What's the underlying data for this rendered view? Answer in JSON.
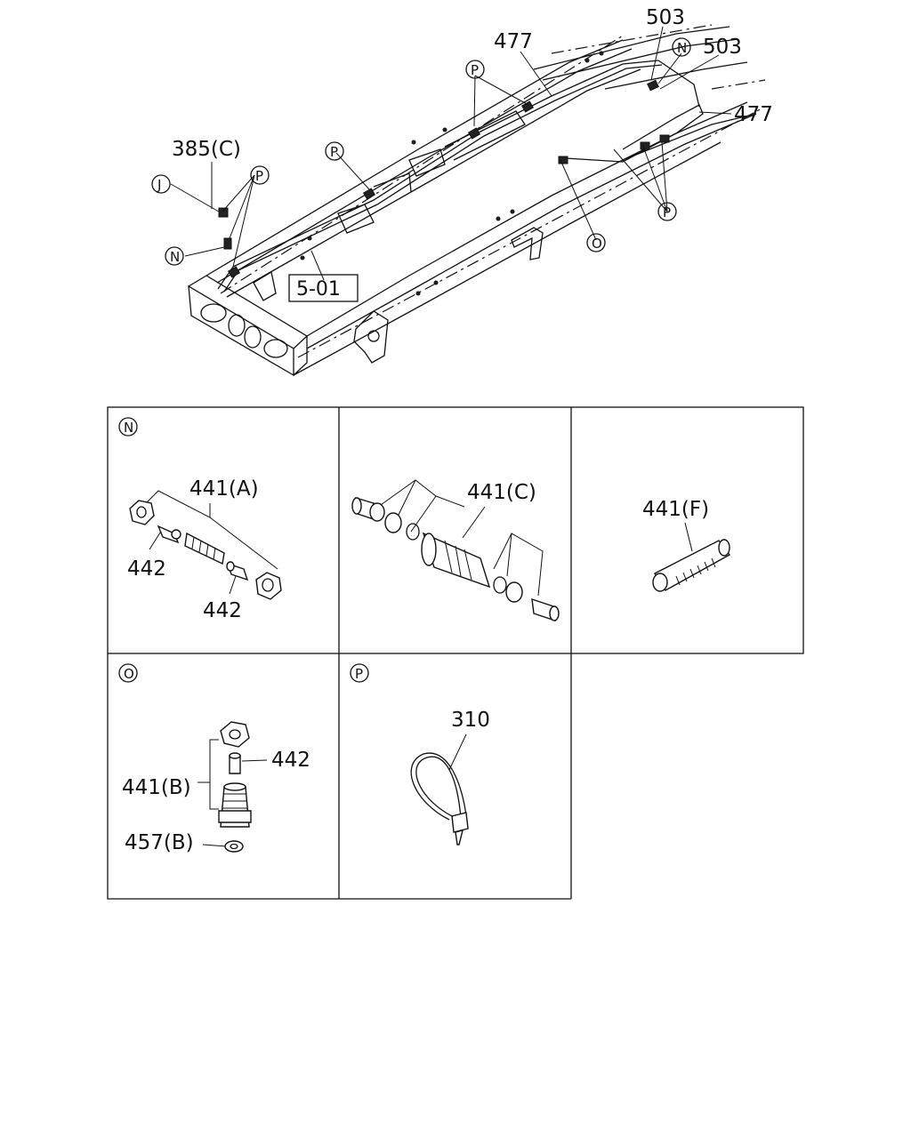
{
  "overview": {
    "labels": {
      "l503a": "503",
      "l503b": "503",
      "l477a": "477",
      "l477b": "477",
      "l385c": "385(C)",
      "ref501": "5-01"
    },
    "callouts": {
      "P": "P",
      "N": "N",
      "J": "J",
      "O": "O"
    }
  },
  "details": {
    "N": {
      "callout": "N",
      "cell1": {
        "label441": "441(A)",
        "label442a": "442",
        "label442b": "442"
      },
      "cell2": {
        "label441": "441(C)"
      },
      "cell3": {
        "label441": "441(F)"
      }
    },
    "O": {
      "callout": "O",
      "label441": "441(B)",
      "label442": "442",
      "label457": "457(B)"
    },
    "P": {
      "callout": "P",
      "label310": "310"
    }
  }
}
